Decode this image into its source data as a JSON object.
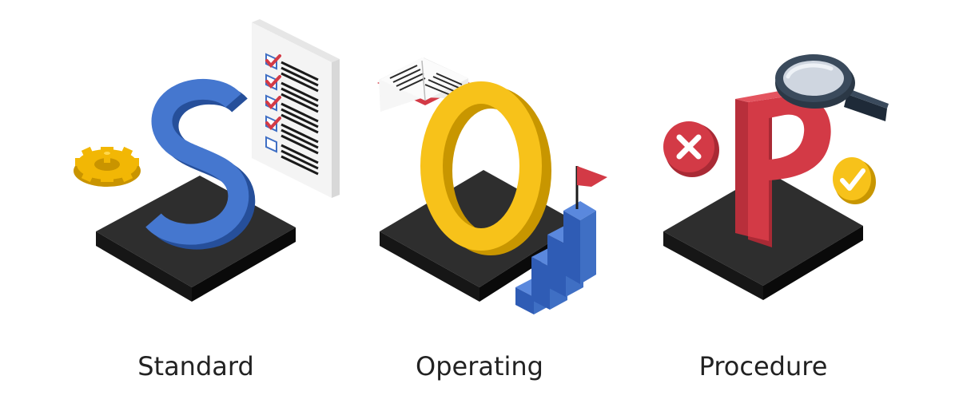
{
  "captions": {
    "standard": "Standard",
    "operating": "Operating",
    "procedure": "Procedure"
  },
  "letters": {
    "s": "S",
    "o": "O",
    "p": "P"
  },
  "icons": [
    "gear-icon",
    "checklist-icon",
    "open-book-icon",
    "stairs-flag-icon",
    "magnifier-icon",
    "reject-cross-icon",
    "approve-check-icon"
  ],
  "colors": {
    "s_letter": "#3f6fc4",
    "o_letter": "#f5be12",
    "p_letter": "#d33a46",
    "platform_top": "#2e2e2e",
    "platform_side": "#111111",
    "gear": "#f2b705",
    "stairs": "#3f6fc4",
    "flag": "#d33a46",
    "check_red": "#d33a46",
    "caption": "#222222"
  }
}
